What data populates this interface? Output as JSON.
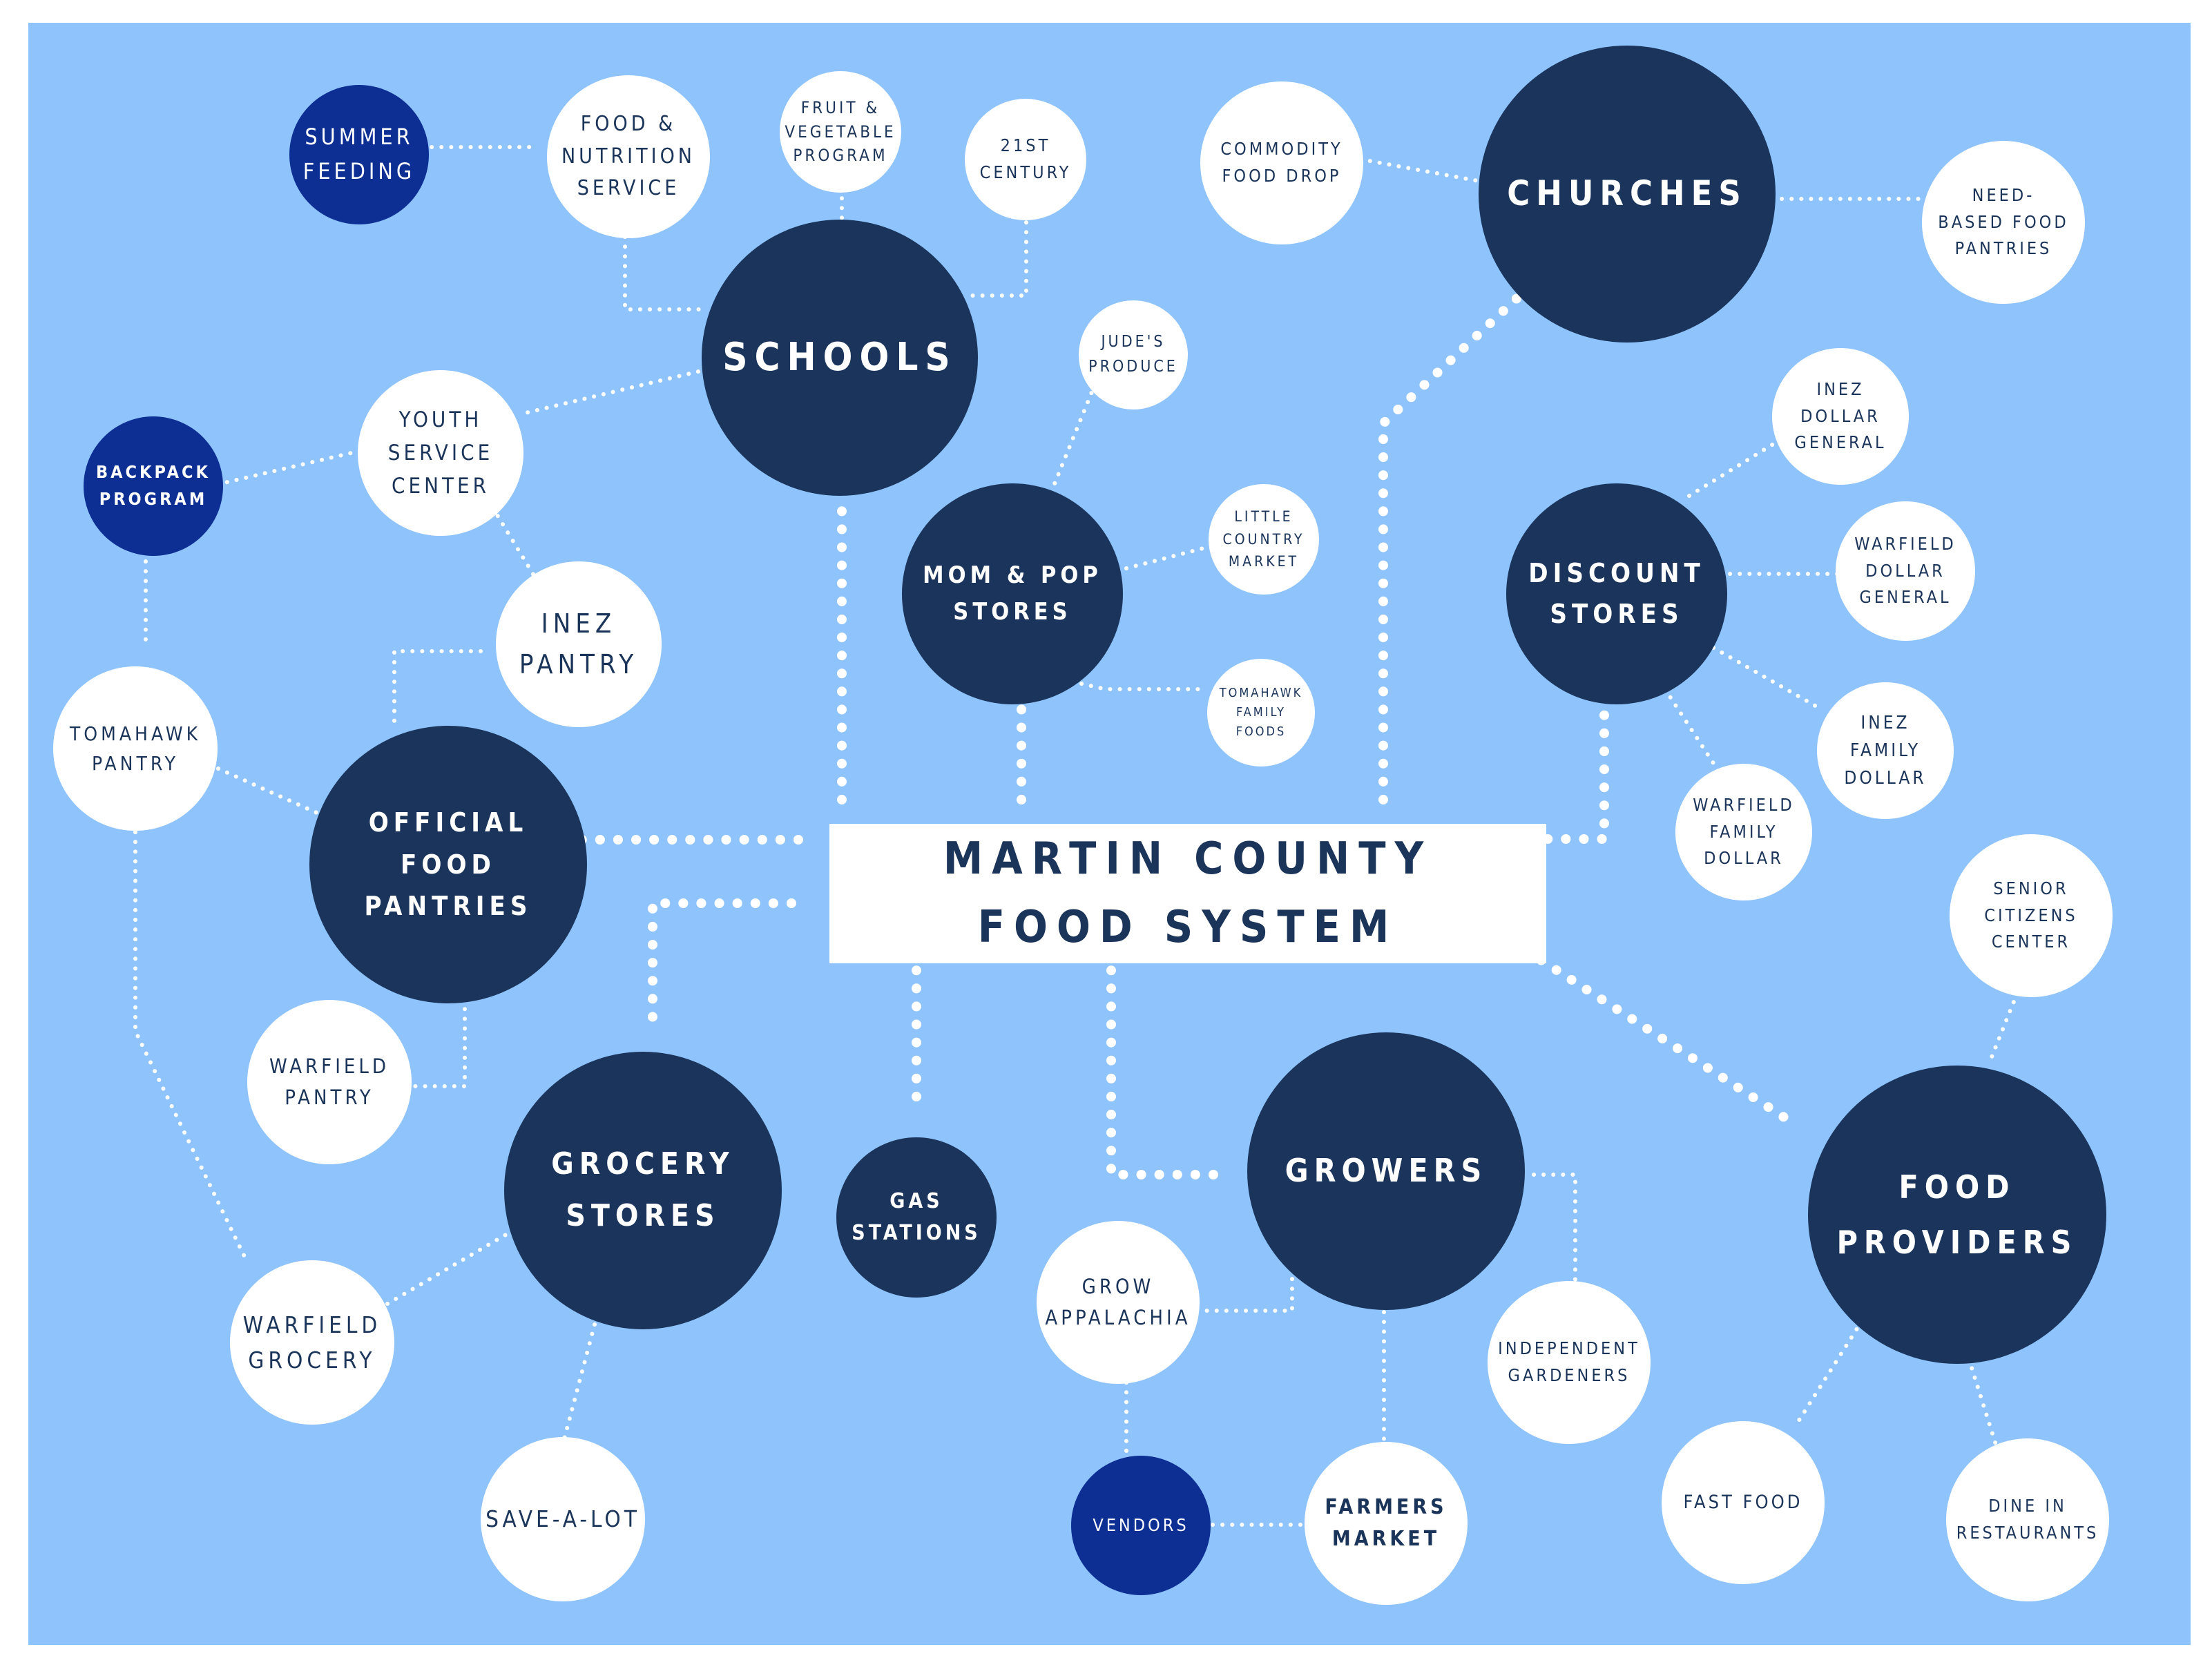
{
  "colors": {
    "background": "#8ec3fc",
    "hub": "#1a345b",
    "accent": "#0d2f93",
    "leaf": "#ffffff",
    "text_dark": "#1b3459",
    "text_light": "#ffffff"
  },
  "title": "MARTIN COUNTY\nFOOD SYSTEM",
  "hubs": {
    "schools": "SCHOOLS",
    "churches": "CHURCHES",
    "mom_pop": "MOM & POP\nSTORES",
    "discount": "DISCOUNT\nSTORES",
    "official_pantries": "OFFICIAL\nFOOD\nPANTRIES",
    "grocery": "GROCERY\nSTORES",
    "gas": "GAS\nSTATIONS",
    "growers": "GROWERS",
    "food_providers": "FOOD\nPROVIDERS"
  },
  "programs": {
    "summer_feeding": "SUMMER\nFEEDING",
    "backpack": "BACKPACK\nPROGRAM",
    "vendors": "VENDORS"
  },
  "leaves": {
    "food_nutrition": "FOOD &\nNUTRITION\nSERVICE",
    "fruit_veg": "FRUIT &\nVEGETABLE\nPROGRAM",
    "century21": "21ST\nCENTURY",
    "commodity": "COMMODITY\nFOOD DROP",
    "need_based": "NEED-\nBASED FOOD\nPANTRIES",
    "youth_service": "YOUTH\nSERVICE\nCENTER",
    "judes": "JUDE'S\nPRODUCE",
    "little_country": "LITTLE\nCOUNTRY\nMARKET",
    "tomahawk_foods": "TOMAHAWK\nFAMILY\nFOODS",
    "inez_dollar_general": "INEZ\nDOLLAR\nGENERAL",
    "warfield_dollar_general": "WARFIELD\nDOLLAR\nGENERAL",
    "inez_family_dollar": "INEZ\nFAMILY\nDOLLAR",
    "warfield_family_dollar": "WARFIELD\nFAMILY\nDOLLAR",
    "inez_pantry": "INEZ\nPANTRY",
    "tomahawk_pantry": "TOMAHAWK\nPANTRY",
    "warfield_pantry": "WARFIELD\nPANTRY",
    "warfield_grocery": "WARFIELD\nGROCERY",
    "save_a_lot": "SAVE-A-LOT",
    "grow_appalachia": "GROW\nAPPALACHIA",
    "independent_gardeners": "INDEPENDENT\nGARDENERS",
    "farmers_market": "FARMERS\nMARKET",
    "senior_citizens": "SENIOR\nCITIZENS\nCENTER",
    "fast_food": "FAST FOOD",
    "dine_in": "DINE IN\nRESTAURANTS"
  }
}
